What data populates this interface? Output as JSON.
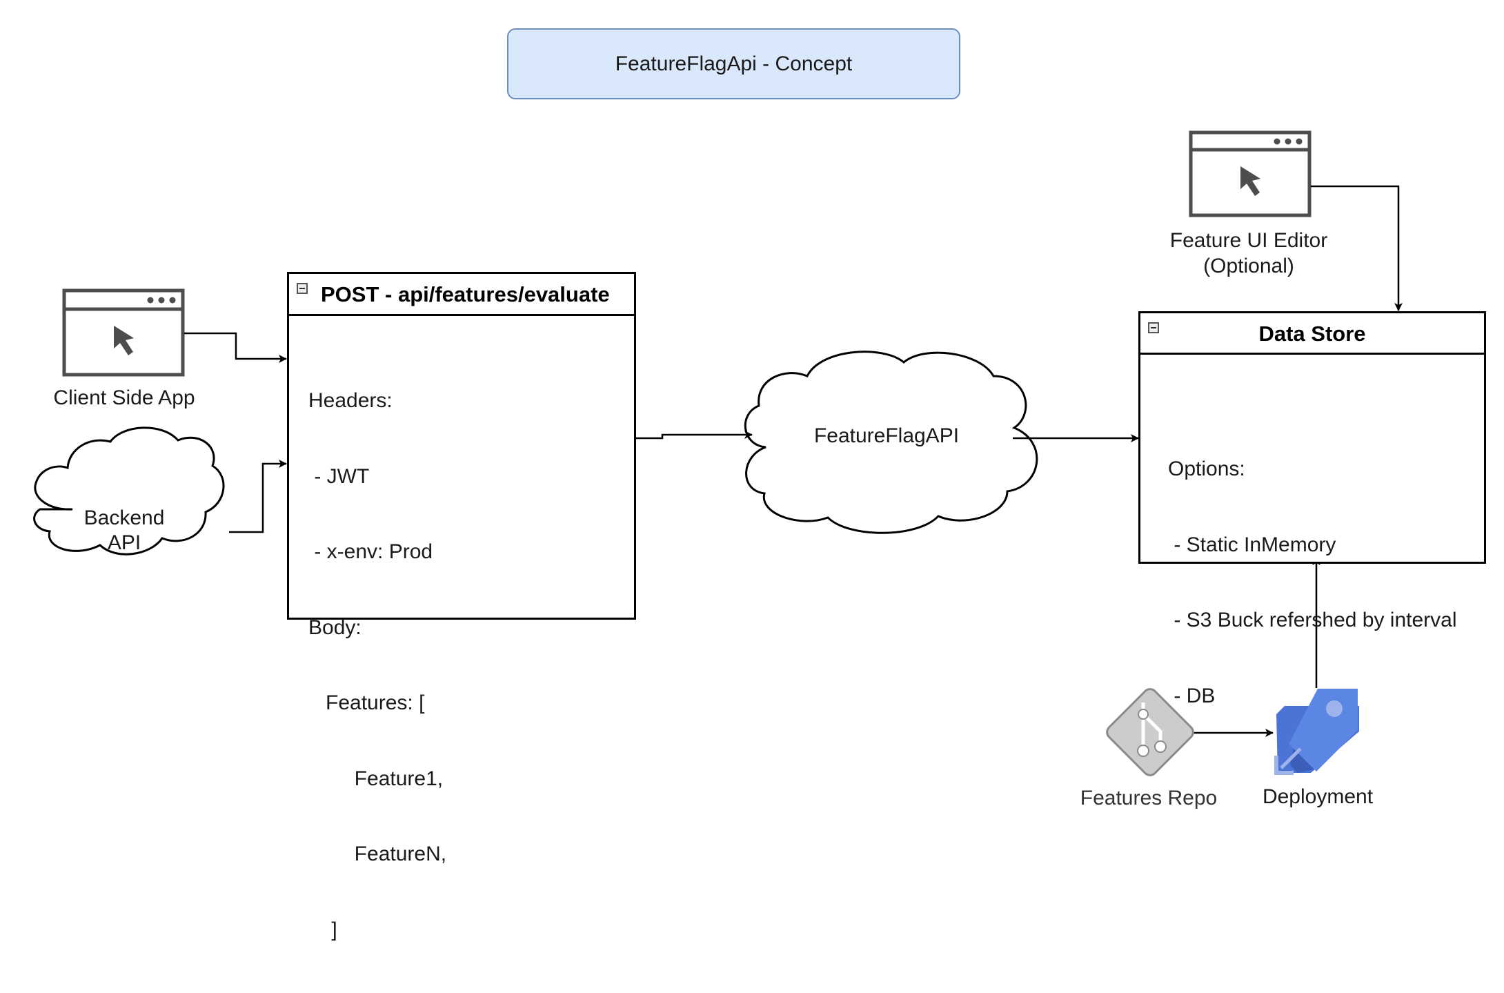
{
  "title": "FeatureFlagApi - Concept",
  "nodes": {
    "client_side_app": {
      "label": "Client Side App",
      "icon": "browser-cursor-icon"
    },
    "backend_api": {
      "label_line1": "Backend",
      "label_line2": "API",
      "shape": "cloud"
    },
    "endpoint": {
      "title": "POST - api/features/evaluate",
      "lines": [
        "Headers:",
        " - JWT",
        " - x-env: Prod",
        "Body:",
        "   Features: [",
        "        Feature1,",
        "        FeatureN,",
        "    ]"
      ]
    },
    "feature_flag_api": {
      "label": "FeatureFlagAPI",
      "shape": "cloud"
    },
    "feature_ui_editor": {
      "label_line1": "Feature UI Editor",
      "label_line2": "(Optional)",
      "icon": "browser-cursor-icon"
    },
    "data_store": {
      "title": "Data Store",
      "lines": [
        "Options:",
        " - Static InMemory",
        " - S3 Buck refershed by interval",
        " - DB"
      ]
    },
    "features_repo": {
      "label": "Features Repo",
      "icon": "git-icon"
    },
    "deployment": {
      "label": "Deployment",
      "icon": "azure-pipelines-icon"
    }
  },
  "colors": {
    "title_fill": "#dae8fc",
    "title_stroke": "#6c8ebf",
    "icon_dark": "#4d4d4d",
    "git_fill": "#cccccc",
    "deploy_blue": "#4b74d6",
    "deploy_light": "#9db3ea"
  }
}
